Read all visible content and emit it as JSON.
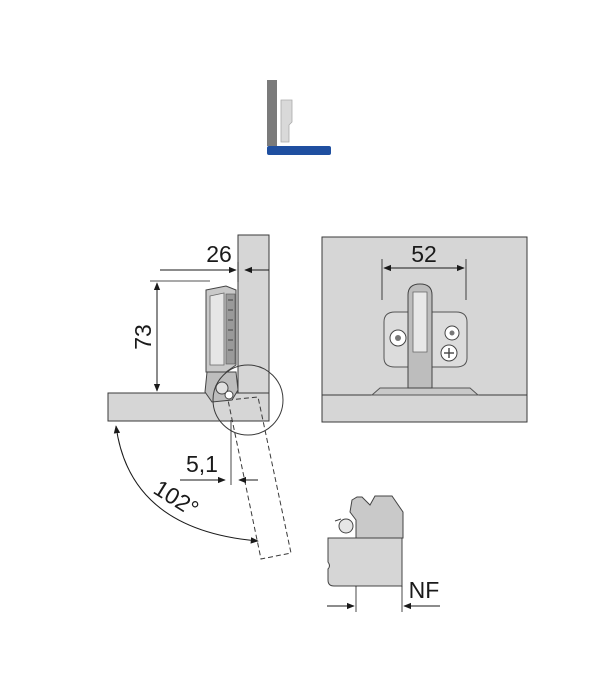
{
  "colors": {
    "panel": "#d6d6d6",
    "panel_stroke": "#3a3a3a",
    "hinge_metal": "#c9c9c9",
    "hinge_dark": "#7a7a7a",
    "icon_wall": "#7a7a7a",
    "icon_door": "#1f4fa0",
    "line": "#1a1a1a"
  },
  "icons": {
    "mounting_type": "full-overlay-hinge-icon"
  },
  "dimensions": {
    "cup_offset": "26",
    "height": "73",
    "door_gap": "5,1",
    "opening_angle": "102°",
    "plate_width": "52",
    "overlay": "NF"
  }
}
